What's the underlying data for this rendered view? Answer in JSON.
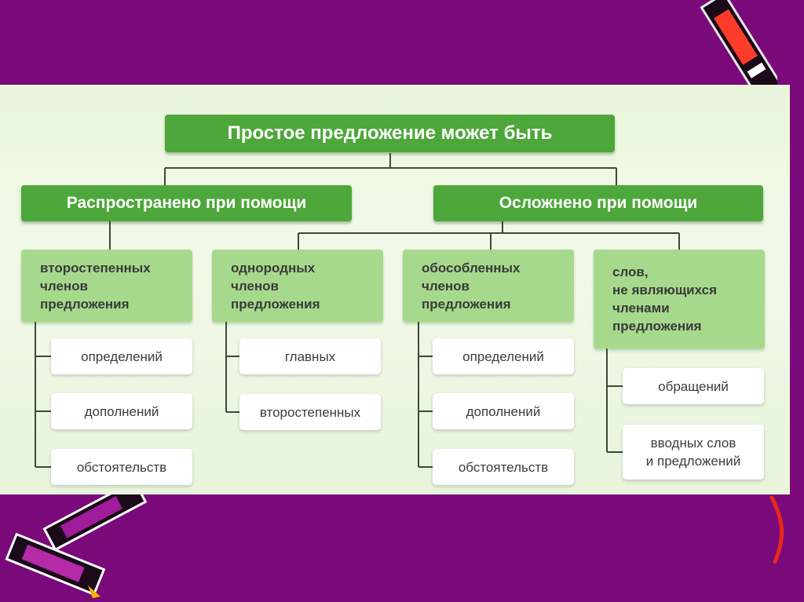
{
  "root": {
    "label": "Простое предложение может быть"
  },
  "branches": [
    {
      "label": "Распространено при помощи"
    },
    {
      "label": "Осложнено при помощи"
    }
  ],
  "categories": [
    {
      "label": "второстепенных\nчленов\nпредложения",
      "items": [
        "определений",
        "дополнений",
        "обстоятельств"
      ]
    },
    {
      "label": "однородных\nчленов\nпредложения",
      "items": [
        "главных",
        "второстепенных"
      ]
    },
    {
      "label": "обособленных\nчленов\nпредложения",
      "items": [
        "определений",
        "дополнений",
        "обстоятельств"
      ]
    },
    {
      "label": "слов,\nне являющихся\nчленами\nпредложения",
      "items": [
        "обращений",
        "вводных слов\nи предложений"
      ]
    }
  ],
  "colors": {
    "background": "#7a0a7a",
    "panel": "#eaf6dc",
    "dark_green": "#4da73a",
    "light_green": "#a6d98c",
    "connector": "#3a4a3a"
  }
}
